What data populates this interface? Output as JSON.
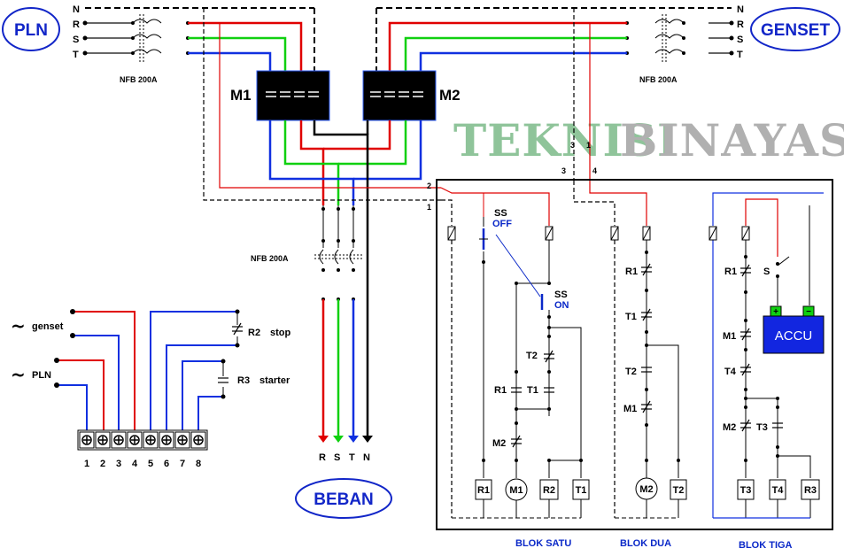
{
  "source": {
    "pln": "PLN",
    "genset": "GENSET",
    "load": "BEBAN"
  },
  "phases": {
    "n": "N",
    "r": "R",
    "s": "S",
    "t": "T"
  },
  "breakers": {
    "nfb_left": "NFB 200A",
    "nfb_right": "NFB 200A",
    "nfb_center": "NFB 200A"
  },
  "contactors": {
    "m1": "M1",
    "m2": "M2"
  },
  "watermark": {
    "part1": "TEKNISI",
    "part2": "BINAYASA"
  },
  "terminal_inputs": {
    "tilde": "~",
    "genset": "genset",
    "pln": "PLN"
  },
  "relays": {
    "r2": "R2",
    "r2_text": "stop",
    "r3": "R3",
    "r3_text": "starter"
  },
  "terminals": [
    "1",
    "2",
    "3",
    "4",
    "5",
    "6",
    "7",
    "8"
  ],
  "load_labels": [
    "R",
    "S",
    "T",
    "N"
  ],
  "nodes": {
    "n1": "1",
    "n2": "2",
    "n3": "3",
    "n4": "4"
  },
  "switch": {
    "ss": "SS",
    "off": "OFF",
    "on": "ON"
  },
  "contacts": {
    "block1": {
      "t2": "T2",
      "r1": "R1",
      "t1": "T1",
      "m2": "M2"
    },
    "block2": {
      "r1": "R1",
      "t1": "T1",
      "t2": "T2",
      "m1": "M1"
    },
    "block3": {
      "r1": "R1",
      "s": "S",
      "m1": "M1",
      "t4": "T4",
      "m2": "M2",
      "t3": "T3"
    }
  },
  "coils": {
    "block1": [
      "R1",
      "M1",
      "R2",
      "T1"
    ],
    "block2": [
      "M2",
      "T2"
    ],
    "block3": [
      "T3",
      "T4",
      "R3"
    ]
  },
  "battery": {
    "label": "ACCU",
    "plus": "+",
    "minus": "−"
  },
  "blocks": {
    "satu": "BLOK SATU",
    "dua": "BLOK DUA",
    "tiga": "BLOK TIGA"
  },
  "colors": {
    "r": "#e00000",
    "s": "#10d010",
    "t": "#1030e0",
    "n": "#000000",
    "accent": "#0a28c8"
  }
}
